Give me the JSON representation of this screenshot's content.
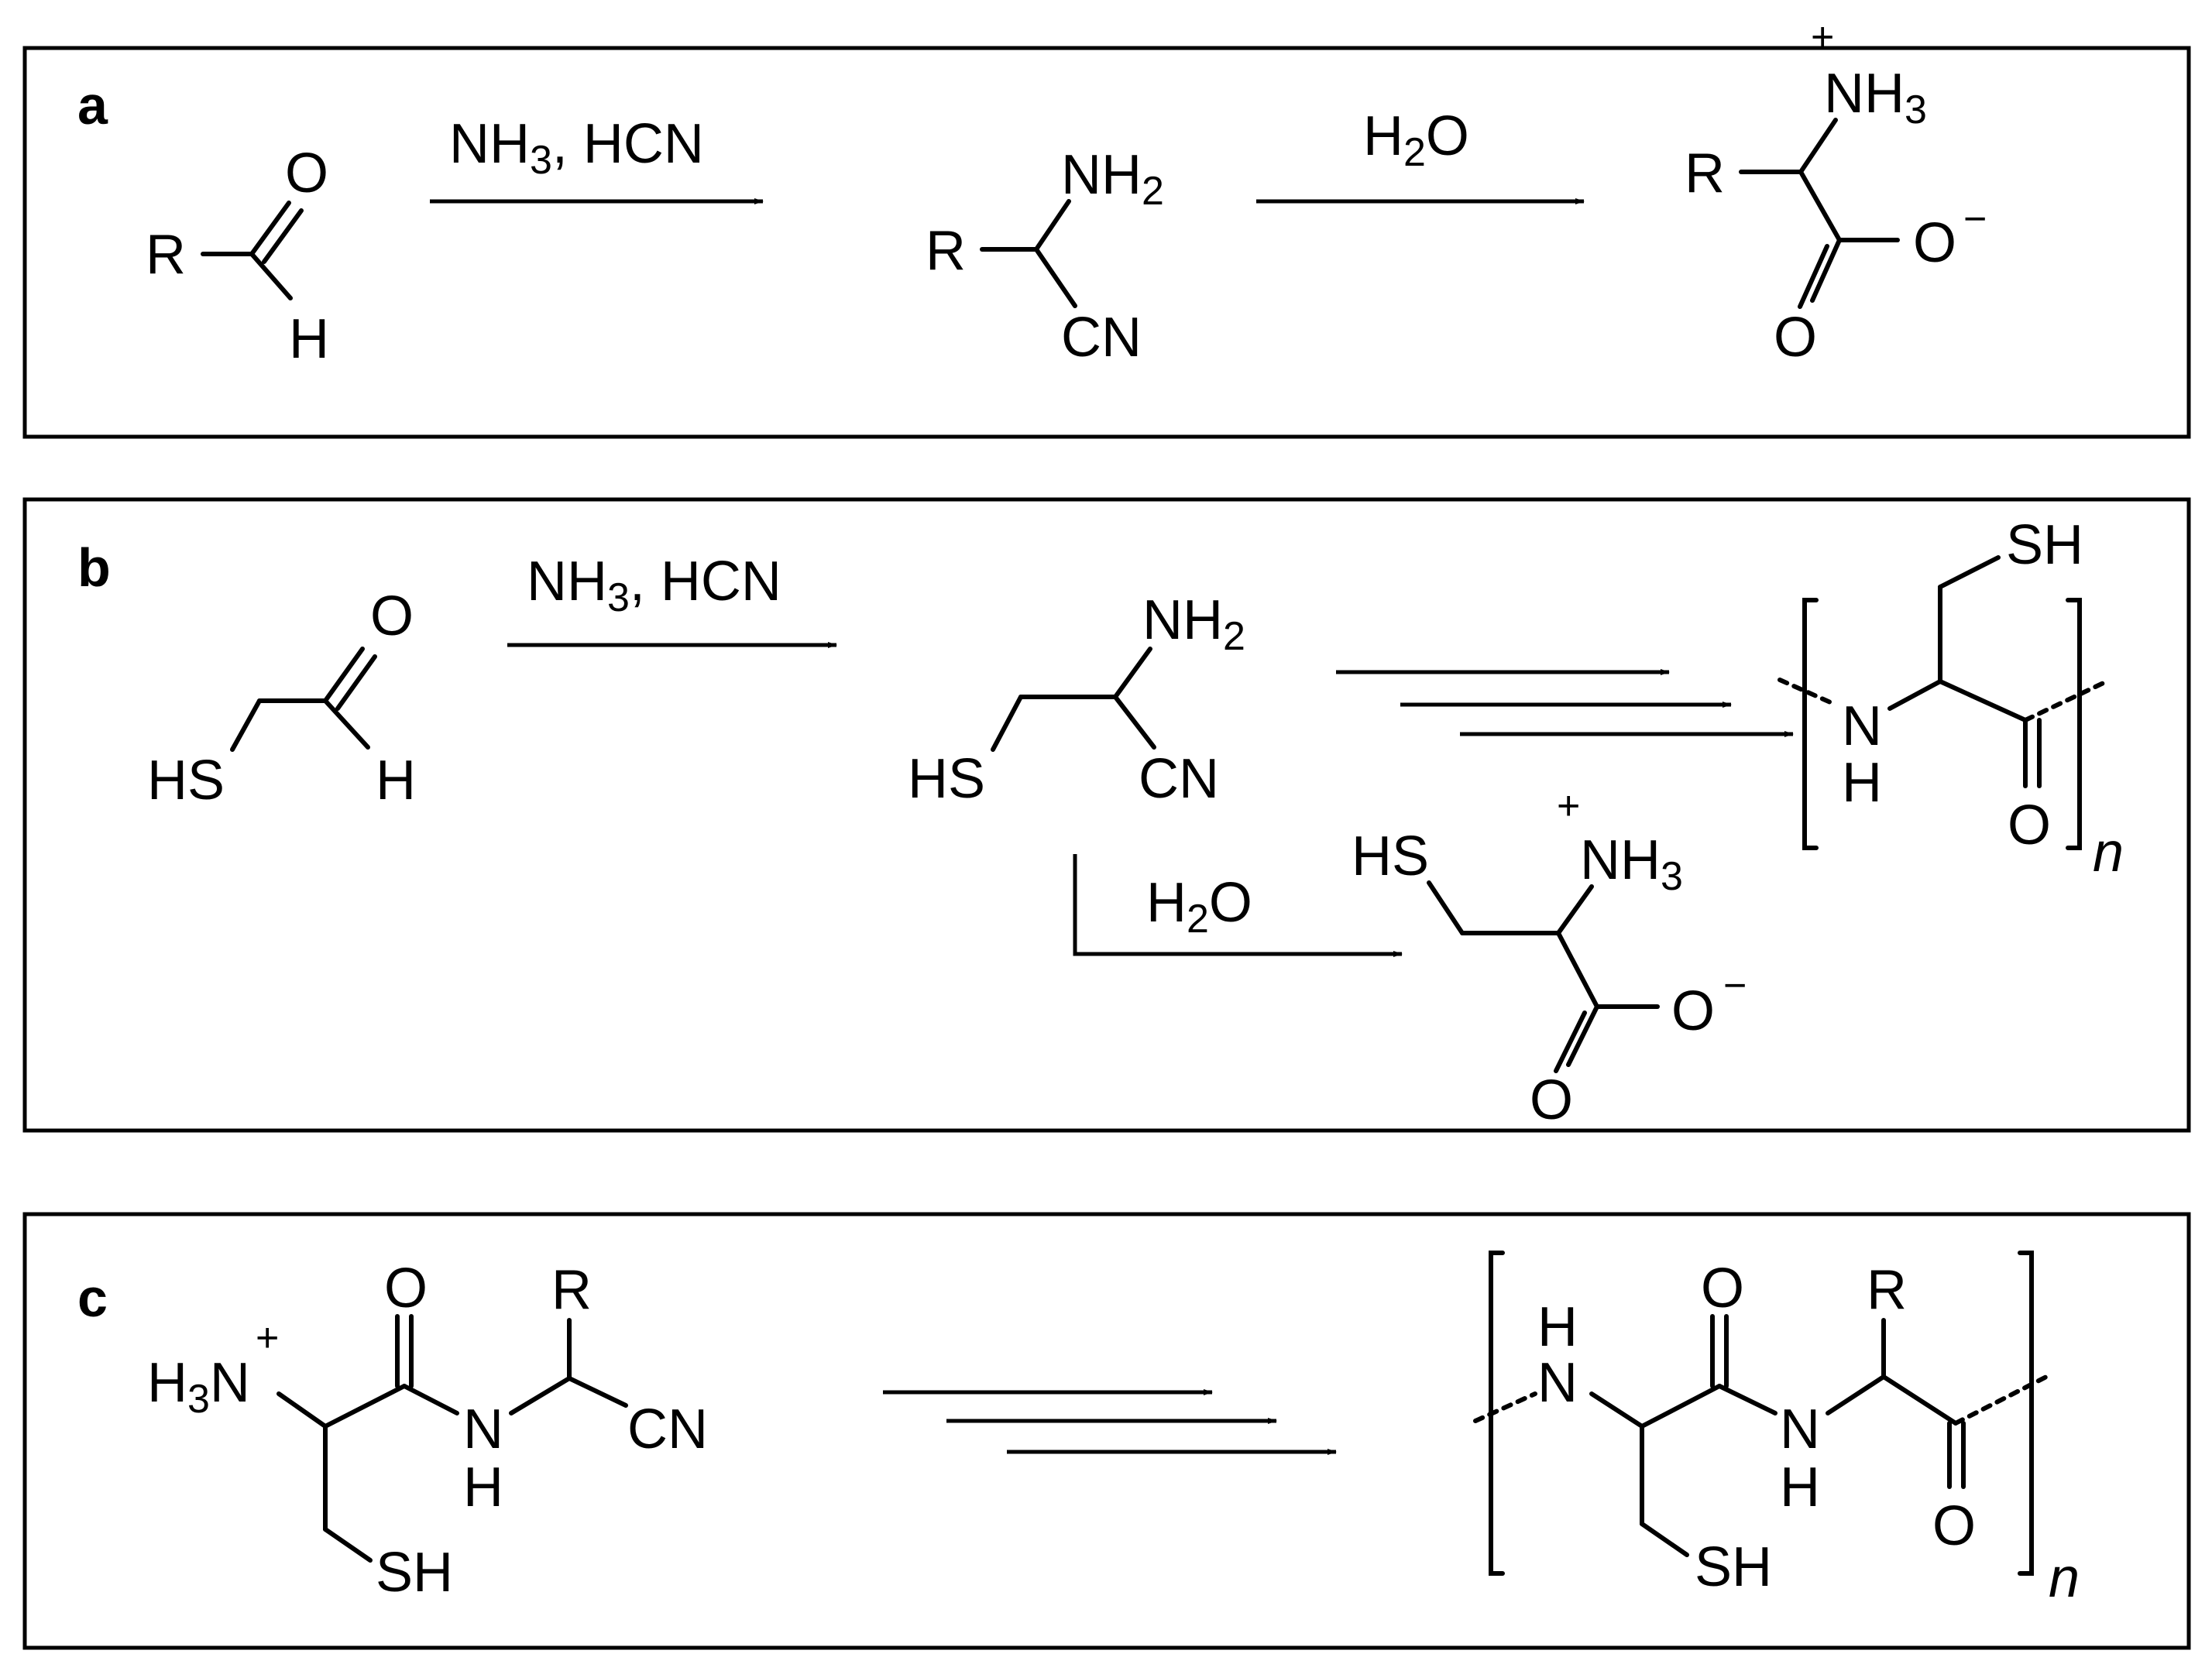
{
  "panels": {
    "a": {
      "label": "a",
      "step1_reagents": {
        "p1": "NH",
        "s1": "3",
        "p2": ", HCN"
      },
      "step2_reagents": {
        "p1": "H",
        "s1": "2",
        "p2": "O"
      },
      "aldehyde": {
        "R": "R",
        "O": "O",
        "H": "H"
      },
      "aminonitrile": {
        "R": "R",
        "NH": "NH",
        "NH_sub": "2",
        "CN": "CN"
      },
      "amino_acid": {
        "plus": "+",
        "NH": "NH",
        "NH_sub": "3",
        "R": "R",
        "O_single": "O",
        "minus": "−",
        "O_double": "O"
      }
    },
    "b": {
      "label": "b",
      "step1_reagents": {
        "p1": "NH",
        "s1": "3",
        "p2": ", HCN"
      },
      "step2_reagents": {
        "p1": "H",
        "s1": "2",
        "p2": "O"
      },
      "aldehyde": {
        "HS": "HS",
        "O": "O",
        "H": "H"
      },
      "aminonitrile": {
        "HS": "HS",
        "NH": "NH",
        "NH_sub": "2",
        "CN": "CN"
      },
      "cysteine": {
        "HS": "HS",
        "plus": "+",
        "NH": "NH",
        "NH_sub": "3",
        "O_single": "O",
        "minus": "−",
        "O_double": "O"
      },
      "polymer": {
        "SH": "SH",
        "N": "N",
        "H": "H",
        "O": "O",
        "n": "n"
      }
    },
    "c": {
      "label": "c",
      "dipeptide": {
        "H3N_p1": "H",
        "H3N_s": "3",
        "H3N_p2": "N",
        "plus": "+",
        "O": "O",
        "R": "R",
        "N": "N",
        "H": "H",
        "CN": "CN",
        "SH": "SH"
      },
      "polymer": {
        "H_top": "H",
        "N_left": "N",
        "O_mid": "O",
        "R": "R",
        "N_mid": "N",
        "H_mid": "H",
        "O_end": "O",
        "SH": "SH",
        "n": "n"
      }
    }
  }
}
